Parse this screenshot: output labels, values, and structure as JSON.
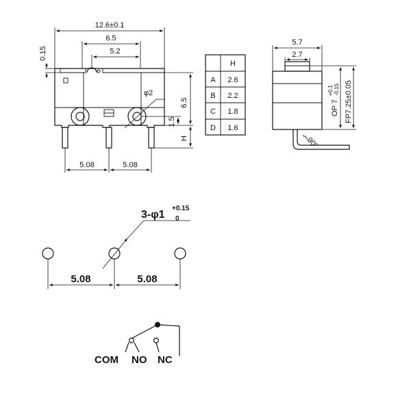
{
  "front_view": {
    "overall_width": "12.6±0.1",
    "lever_width": "6.5",
    "lever_offset": "5.2",
    "gap": "0.15",
    "hole_dia": "φ2",
    "height_body": "6.5",
    "pin_offset": "1.5",
    "pin_height_label": "H",
    "pitch_left": "5.08",
    "pitch_right": "5.08"
  },
  "h_table": {
    "header": "H",
    "rows": [
      {
        "key": "A",
        "value": "2.6"
      },
      {
        "key": "B",
        "value": "2.2"
      },
      {
        "key": "C",
        "value": "1.8"
      },
      {
        "key": "D",
        "value": "1.6"
      }
    ]
  },
  "side_view": {
    "width": "5.7",
    "button_width": "2.7",
    "op_label": "OP 7",
    "op_tol_upper": "+0.1",
    "op_tol_lower": "-0.15",
    "fp_label": "FP7.25±0.05",
    "angle": "90°"
  },
  "footprint": {
    "hole_label": "3-φ1",
    "hole_tol_upper": "+0.15",
    "hole_tol_lower": "0",
    "pitch_left": "5.08",
    "pitch_right": "5.08"
  },
  "schematic": {
    "com": "COM",
    "no": "NO",
    "nc": "NC"
  }
}
